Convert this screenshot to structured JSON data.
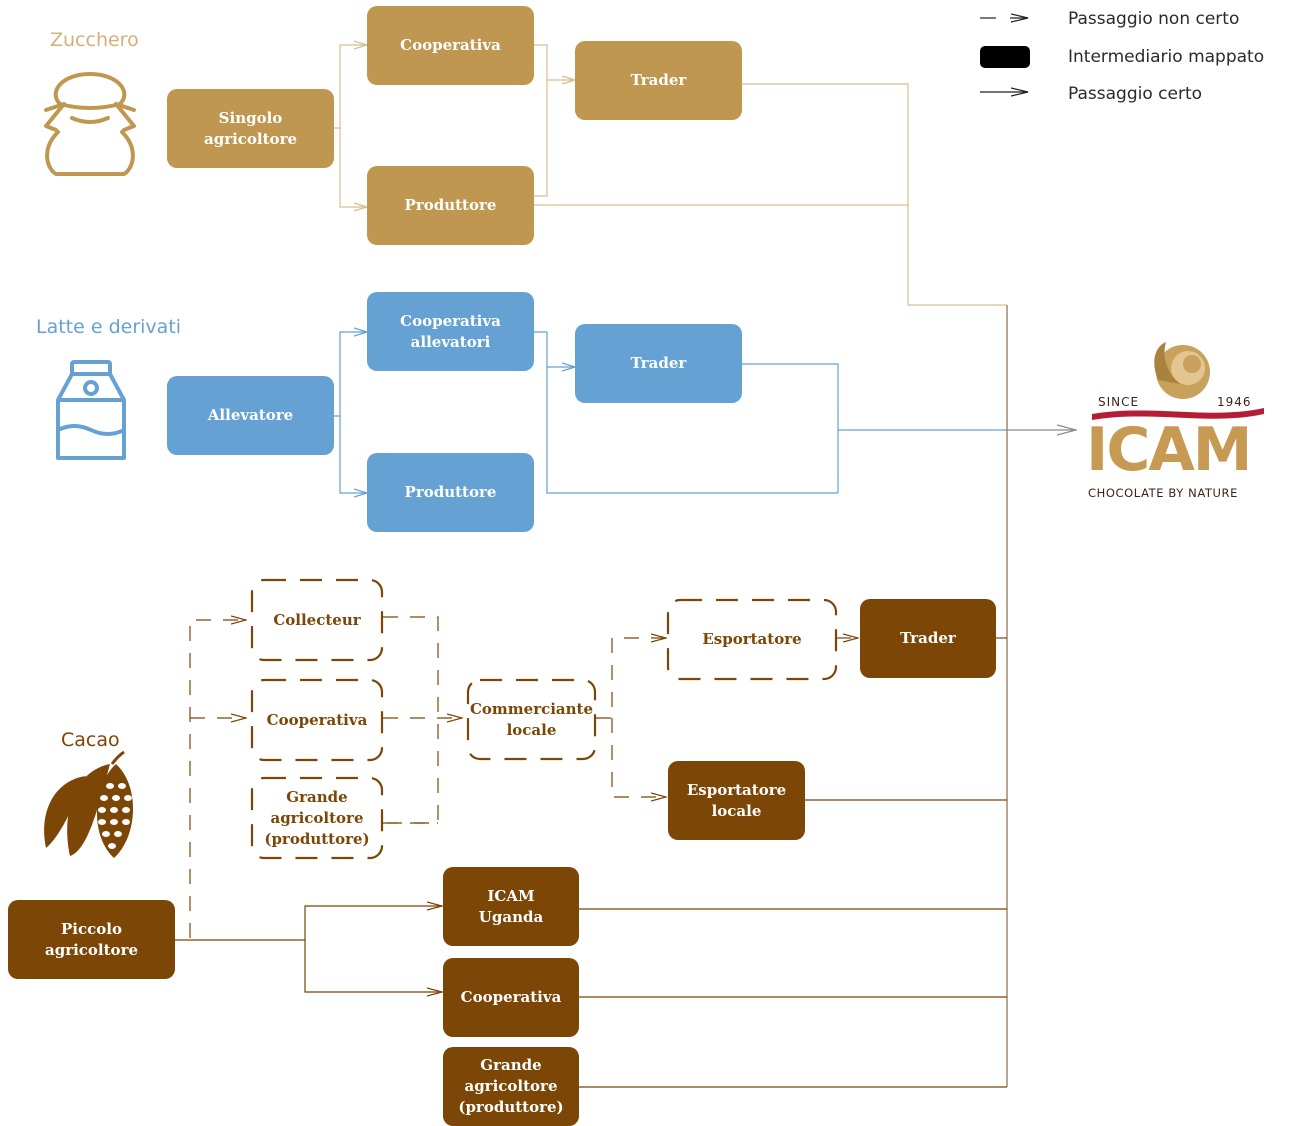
{
  "legend": {
    "uncertain_label": "Passaggio non certo",
    "mapped_label": "Intermediario mappato",
    "certain_label": "Passaggio certo"
  },
  "categories": {
    "sugar": {
      "label": "Zucchero",
      "icon": "sugar-sack-icon"
    },
    "milk": {
      "label": "Latte e derivati",
      "icon": "milk-carton-icon"
    },
    "cocoa": {
      "label": "Cacao",
      "icon": "cocoa-pod-icon"
    }
  },
  "sugar_chain": {
    "farmer": "Singolo\nagricoltore",
    "cooperative": "Cooperativa",
    "producer": "Produttore",
    "trader": "Trader"
  },
  "milk_chain": {
    "breeder": "Allevatore",
    "cooperative": "Cooperativa\nallevatori",
    "producer": "Produttore",
    "trader": "Trader"
  },
  "cocoa_chain": {
    "collecteur": "Collecteur",
    "cooperative_uncertain": "Cooperativa",
    "big_farmer_uncertain": "Grande\nagricoltore\n(produttore)",
    "local_trader": "Commerciante\nlocale",
    "exporter_uncertain": "Esportatore",
    "trader": "Trader",
    "local_exporter": "Esportatore\nlocale",
    "small_farmer": "Piccolo\nagricoltore",
    "icam_uganda": "ICAM\nUganda",
    "cooperative": "Cooperativa",
    "big_farmer": "Grande\nagricoltore\n(produttore)"
  },
  "logo": {
    "since": "SINCE",
    "year": "1946",
    "name": "ICAM",
    "tagline": "CHOCOLATE BY NATURE"
  },
  "colors": {
    "gold": "#bf9750",
    "blue": "#65a2d3",
    "brown": "#7b4606",
    "logo_red": "#b51d36"
  }
}
